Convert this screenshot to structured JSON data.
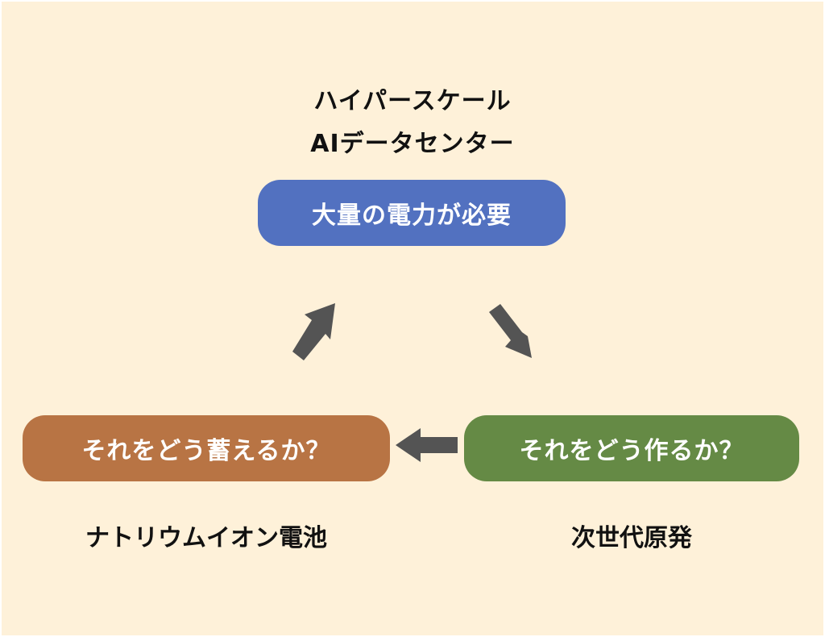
{
  "title": {
    "line1": "ハイパースケール",
    "line2": "AIデータセンター"
  },
  "nodes": {
    "top": {
      "label": "大量の電力が必要",
      "color": "#5271c0"
    },
    "left": {
      "label": "それをどう蓄えるか？",
      "color": "#b87444"
    },
    "right": {
      "label": "それをどう作るか？",
      "color": "#658a45"
    }
  },
  "captions": {
    "left": "ナトリウムイオン電池",
    "right": "次世代原発"
  },
  "arrows": [
    {
      "name": "arrow-top-to-right",
      "from": "top",
      "to": "right",
      "icon": "arrow-down-right-icon"
    },
    {
      "name": "arrow-right-to-left",
      "from": "right",
      "to": "left",
      "icon": "arrow-left-icon"
    },
    {
      "name": "arrow-left-to-top",
      "from": "left",
      "to": "top",
      "icon": "arrow-up-right-icon"
    }
  ],
  "colors": {
    "background": "#fef1d9",
    "arrow": "#545454",
    "text": "#111111"
  }
}
